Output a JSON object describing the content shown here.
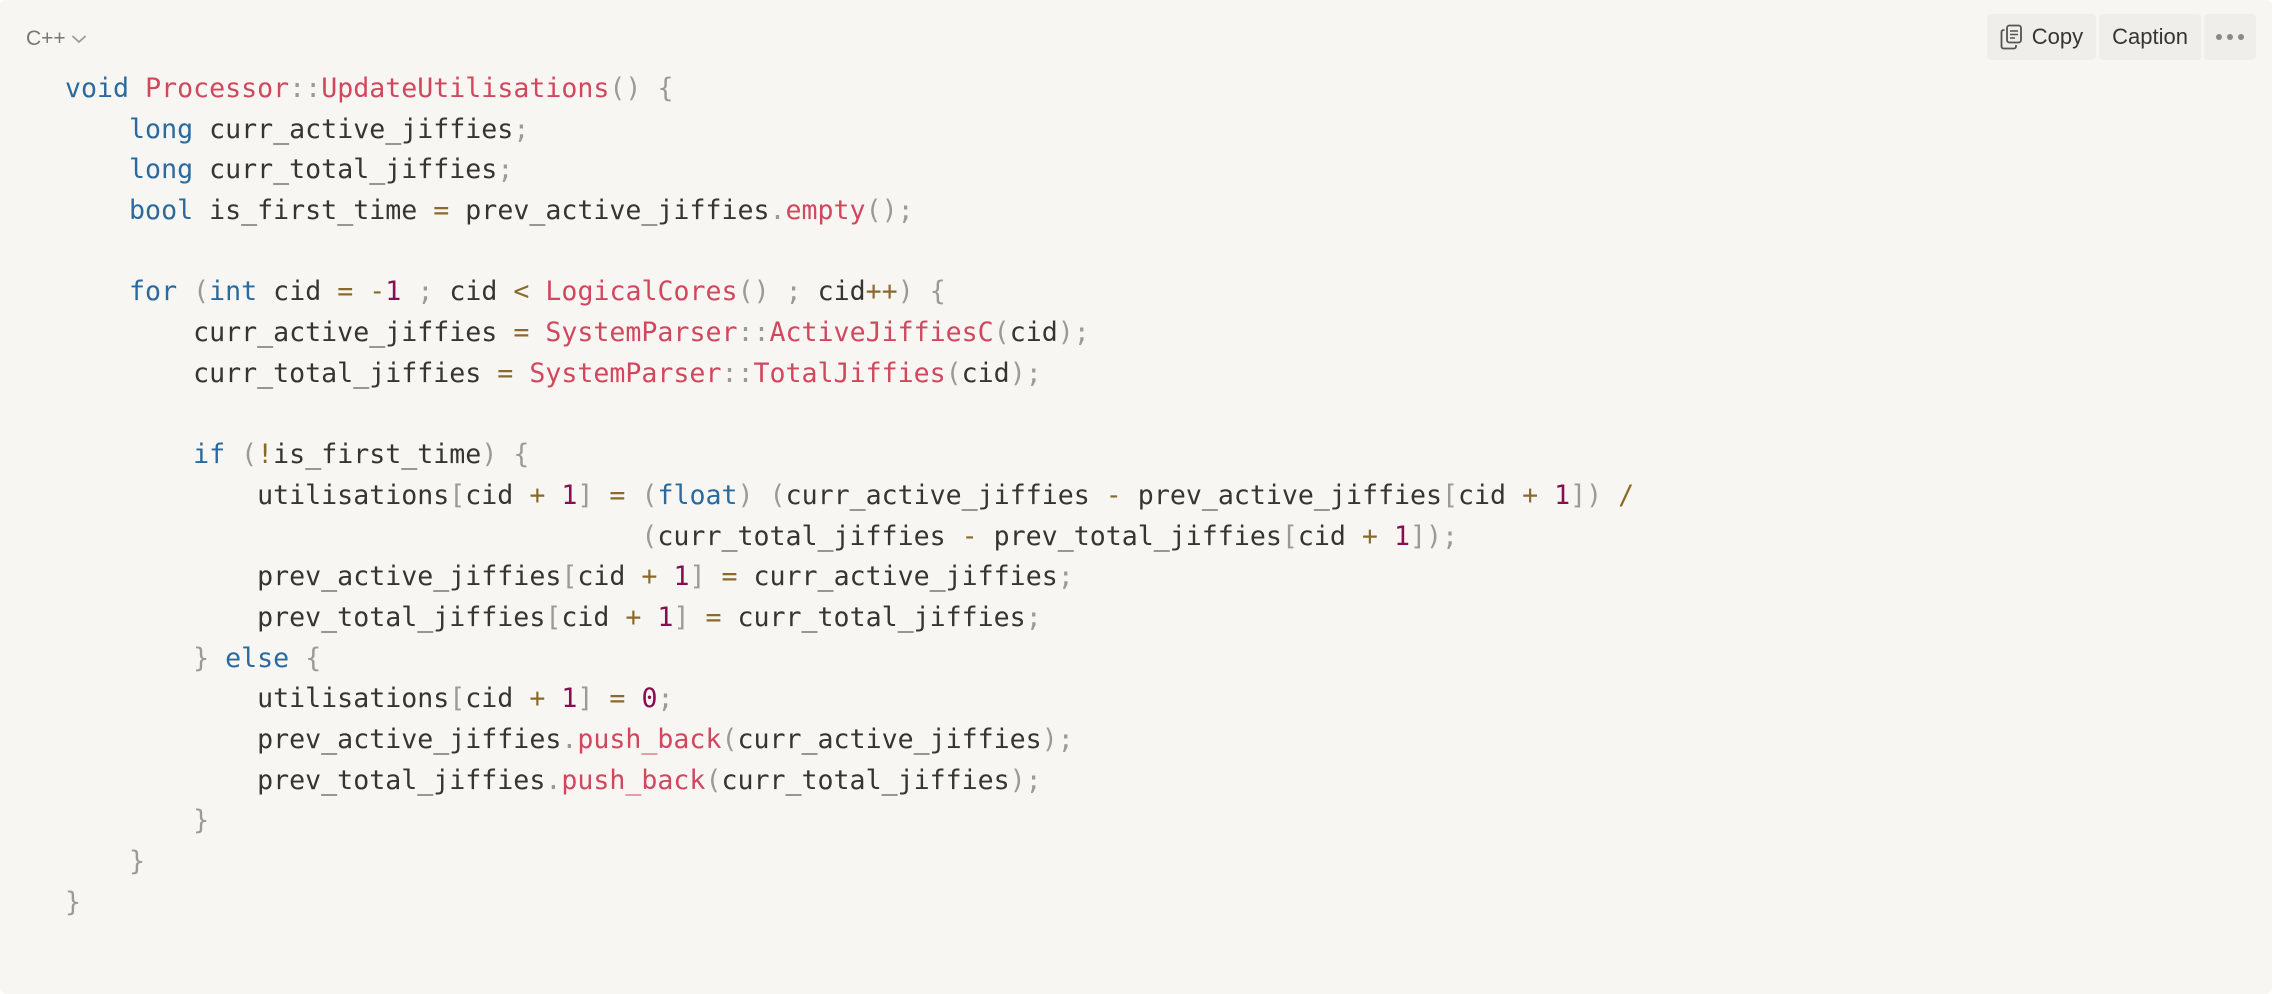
{
  "block": {
    "language": "C++",
    "copy_label": "Copy",
    "caption_label": "Caption",
    "more_label": "•••"
  },
  "colors": {
    "keyword": "#2a6a9e",
    "function": "#d1475e",
    "punctuation": "#9a9a97",
    "operator": "#8a6a2a",
    "number": "#880e4f",
    "text": "#37352f",
    "background": "#f7f6f3"
  },
  "icons": {
    "language_dropdown": "chevron-down-icon",
    "copy": "copy-icon",
    "more": "more-horizontal-icon"
  },
  "code": {
    "lines": [
      [
        [
          "kw",
          "void"
        ],
        [
          "id",
          " "
        ],
        [
          "fn",
          "Processor"
        ],
        [
          "pu",
          "::"
        ],
        [
          "fn",
          "UpdateUtilisations"
        ],
        [
          "pu",
          "()"
        ],
        [
          "id",
          " "
        ],
        [
          "pu",
          "{"
        ]
      ],
      [
        [
          "id",
          "    "
        ],
        [
          "kw",
          "long"
        ],
        [
          "id",
          " curr_active_jiffies"
        ],
        [
          "pu",
          ";"
        ]
      ],
      [
        [
          "id",
          "    "
        ],
        [
          "kw",
          "long"
        ],
        [
          "id",
          " curr_total_jiffies"
        ],
        [
          "pu",
          ";"
        ]
      ],
      [
        [
          "id",
          "    "
        ],
        [
          "kw",
          "bool"
        ],
        [
          "id",
          " is_first_time "
        ],
        [
          "op",
          "="
        ],
        [
          "id",
          " prev_active_jiffies"
        ],
        [
          "pu",
          "."
        ],
        [
          "fn",
          "empty"
        ],
        [
          "pu",
          "();"
        ]
      ],
      [],
      [
        [
          "id",
          "    "
        ],
        [
          "kw",
          "for"
        ],
        [
          "id",
          " "
        ],
        [
          "pu",
          "("
        ],
        [
          "kw",
          "int"
        ],
        [
          "id",
          " cid "
        ],
        [
          "op",
          "="
        ],
        [
          "id",
          " "
        ],
        [
          "op",
          "-"
        ],
        [
          "num",
          "1"
        ],
        [
          "id",
          " "
        ],
        [
          "pu",
          ";"
        ],
        [
          "id",
          " cid "
        ],
        [
          "op",
          "<"
        ],
        [
          "id",
          " "
        ],
        [
          "fn",
          "LogicalCores"
        ],
        [
          "pu",
          "()"
        ],
        [
          "id",
          " "
        ],
        [
          "pu",
          ";"
        ],
        [
          "id",
          " cid"
        ],
        [
          "op",
          "++"
        ],
        [
          "pu",
          ")"
        ],
        [
          "id",
          " "
        ],
        [
          "pu",
          "{"
        ]
      ],
      [
        [
          "id",
          "        curr_active_jiffies "
        ],
        [
          "op",
          "="
        ],
        [
          "id",
          " "
        ],
        [
          "fn",
          "SystemParser"
        ],
        [
          "pu",
          "::"
        ],
        [
          "fn",
          "ActiveJiffiesC"
        ],
        [
          "pu",
          "("
        ],
        [
          "id",
          "cid"
        ],
        [
          "pu",
          ");"
        ]
      ],
      [
        [
          "id",
          "        curr_total_jiffies "
        ],
        [
          "op",
          "="
        ],
        [
          "id",
          " "
        ],
        [
          "fn",
          "SystemParser"
        ],
        [
          "pu",
          "::"
        ],
        [
          "fn",
          "TotalJiffies"
        ],
        [
          "pu",
          "("
        ],
        [
          "id",
          "cid"
        ],
        [
          "pu",
          ");"
        ]
      ],
      [],
      [
        [
          "id",
          "        "
        ],
        [
          "kw",
          "if"
        ],
        [
          "id",
          " "
        ],
        [
          "pu",
          "("
        ],
        [
          "op",
          "!"
        ],
        [
          "id",
          "is_first_time"
        ],
        [
          "pu",
          ")"
        ],
        [
          "id",
          " "
        ],
        [
          "pu",
          "{"
        ]
      ],
      [
        [
          "id",
          "            utilisations"
        ],
        [
          "pu",
          "["
        ],
        [
          "id",
          "cid "
        ],
        [
          "op",
          "+"
        ],
        [
          "id",
          " "
        ],
        [
          "num",
          "1"
        ],
        [
          "pu",
          "]"
        ],
        [
          "id",
          " "
        ],
        [
          "op",
          "="
        ],
        [
          "id",
          " "
        ],
        [
          "pu",
          "("
        ],
        [
          "kw",
          "float"
        ],
        [
          "pu",
          ")"
        ],
        [
          "id",
          " "
        ],
        [
          "pu",
          "("
        ],
        [
          "id",
          "curr_active_jiffies "
        ],
        [
          "op",
          "-"
        ],
        [
          "id",
          " prev_active_jiffies"
        ],
        [
          "pu",
          "["
        ],
        [
          "id",
          "cid "
        ],
        [
          "op",
          "+"
        ],
        [
          "id",
          " "
        ],
        [
          "num",
          "1"
        ],
        [
          "pu",
          "])"
        ],
        [
          "id",
          " "
        ],
        [
          "op",
          "/"
        ]
      ],
      [
        [
          "id",
          "                                    "
        ],
        [
          "pu",
          "("
        ],
        [
          "id",
          "curr_total_jiffies "
        ],
        [
          "op",
          "-"
        ],
        [
          "id",
          " prev_total_jiffies"
        ],
        [
          "pu",
          "["
        ],
        [
          "id",
          "cid "
        ],
        [
          "op",
          "+"
        ],
        [
          "id",
          " "
        ],
        [
          "num",
          "1"
        ],
        [
          "pu",
          "]);"
        ]
      ],
      [
        [
          "id",
          "            prev_active_jiffies"
        ],
        [
          "pu",
          "["
        ],
        [
          "id",
          "cid "
        ],
        [
          "op",
          "+"
        ],
        [
          "id",
          " "
        ],
        [
          "num",
          "1"
        ],
        [
          "pu",
          "]"
        ],
        [
          "id",
          " "
        ],
        [
          "op",
          "="
        ],
        [
          "id",
          " curr_active_jiffies"
        ],
        [
          "pu",
          ";"
        ]
      ],
      [
        [
          "id",
          "            prev_total_jiffies"
        ],
        [
          "pu",
          "["
        ],
        [
          "id",
          "cid "
        ],
        [
          "op",
          "+"
        ],
        [
          "id",
          " "
        ],
        [
          "num",
          "1"
        ],
        [
          "pu",
          "]"
        ],
        [
          "id",
          " "
        ],
        [
          "op",
          "="
        ],
        [
          "id",
          " curr_total_jiffies"
        ],
        [
          "pu",
          ";"
        ]
      ],
      [
        [
          "id",
          "        "
        ],
        [
          "pu",
          "}"
        ],
        [
          "id",
          " "
        ],
        [
          "kw",
          "else"
        ],
        [
          "id",
          " "
        ],
        [
          "pu",
          "{"
        ]
      ],
      [
        [
          "id",
          "            utilisations"
        ],
        [
          "pu",
          "["
        ],
        [
          "id",
          "cid "
        ],
        [
          "op",
          "+"
        ],
        [
          "id",
          " "
        ],
        [
          "num",
          "1"
        ],
        [
          "pu",
          "]"
        ],
        [
          "id",
          " "
        ],
        [
          "op",
          "="
        ],
        [
          "id",
          " "
        ],
        [
          "num",
          "0"
        ],
        [
          "pu",
          ";"
        ]
      ],
      [
        [
          "id",
          "            prev_active_jiffies"
        ],
        [
          "pu",
          "."
        ],
        [
          "fn",
          "push_back"
        ],
        [
          "pu",
          "("
        ],
        [
          "id",
          "curr_active_jiffies"
        ],
        [
          "pu",
          ");"
        ]
      ],
      [
        [
          "id",
          "            prev_total_jiffies"
        ],
        [
          "pu",
          "."
        ],
        [
          "fn",
          "push_back"
        ],
        [
          "pu",
          "("
        ],
        [
          "id",
          "curr_total_jiffies"
        ],
        [
          "pu",
          ");"
        ]
      ],
      [
        [
          "id",
          "        "
        ],
        [
          "pu",
          "}"
        ]
      ],
      [
        [
          "id",
          "    "
        ],
        [
          "pu",
          "}"
        ]
      ],
      [
        [
          "pu",
          "}"
        ]
      ]
    ]
  }
}
